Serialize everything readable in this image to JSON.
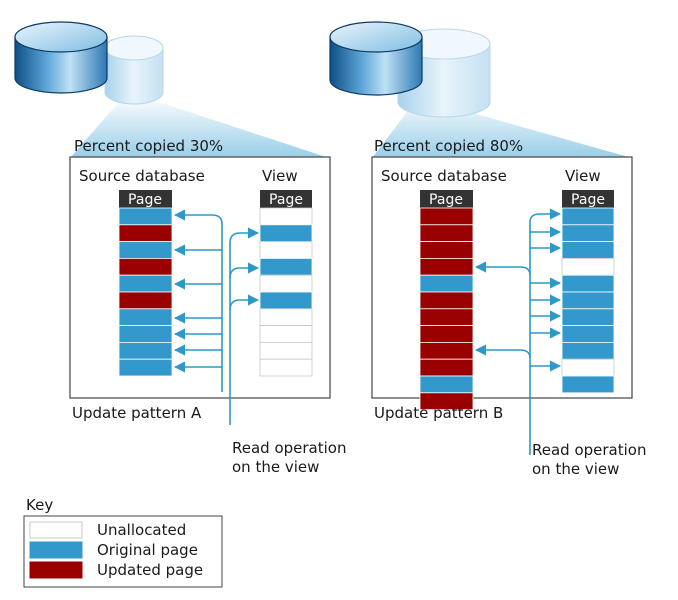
{
  "colors": {
    "original": "#3399cc",
    "updated": "#990000",
    "unallocated": "#ffffff",
    "header": "#333333",
    "arrow": "#2f98c8",
    "border": "#444444"
  },
  "panels": [
    {
      "percent_label": "Percent copied 30%",
      "source_label": "Source database",
      "view_label": "View",
      "page_label": "Page",
      "pattern_label": "Update pattern A",
      "source_pages": [
        "original",
        "updated",
        "original",
        "updated",
        "original",
        "updated",
        "original",
        "original",
        "original",
        "original"
      ],
      "view_pages": [
        "unallocated",
        "original",
        "unallocated",
        "original",
        "unallocated",
        "original",
        "unallocated",
        "unallocated",
        "unallocated",
        "unallocated"
      ]
    },
    {
      "percent_label": "Percent copied 80%",
      "source_label": "Source database",
      "view_label": "View",
      "page_label": "Page",
      "pattern_label": "Update pattern B",
      "source_pages": [
        "updated",
        "updated",
        "updated",
        "updated",
        "original",
        "updated",
        "updated",
        "updated",
        "updated",
        "updated",
        "original",
        "updated"
      ],
      "view_pages": [
        "original",
        "original",
        "original",
        "unallocated",
        "original",
        "original",
        "original",
        "original",
        "original",
        "unallocated",
        "original"
      ]
    }
  ],
  "read_label": [
    "Read operation",
    "on the view"
  ],
  "key": {
    "title": "Key",
    "items": [
      {
        "type": "unallocated",
        "label": "Unallocated"
      },
      {
        "type": "original",
        "label": "Original page"
      },
      {
        "type": "updated",
        "label": "Updated page"
      }
    ]
  }
}
